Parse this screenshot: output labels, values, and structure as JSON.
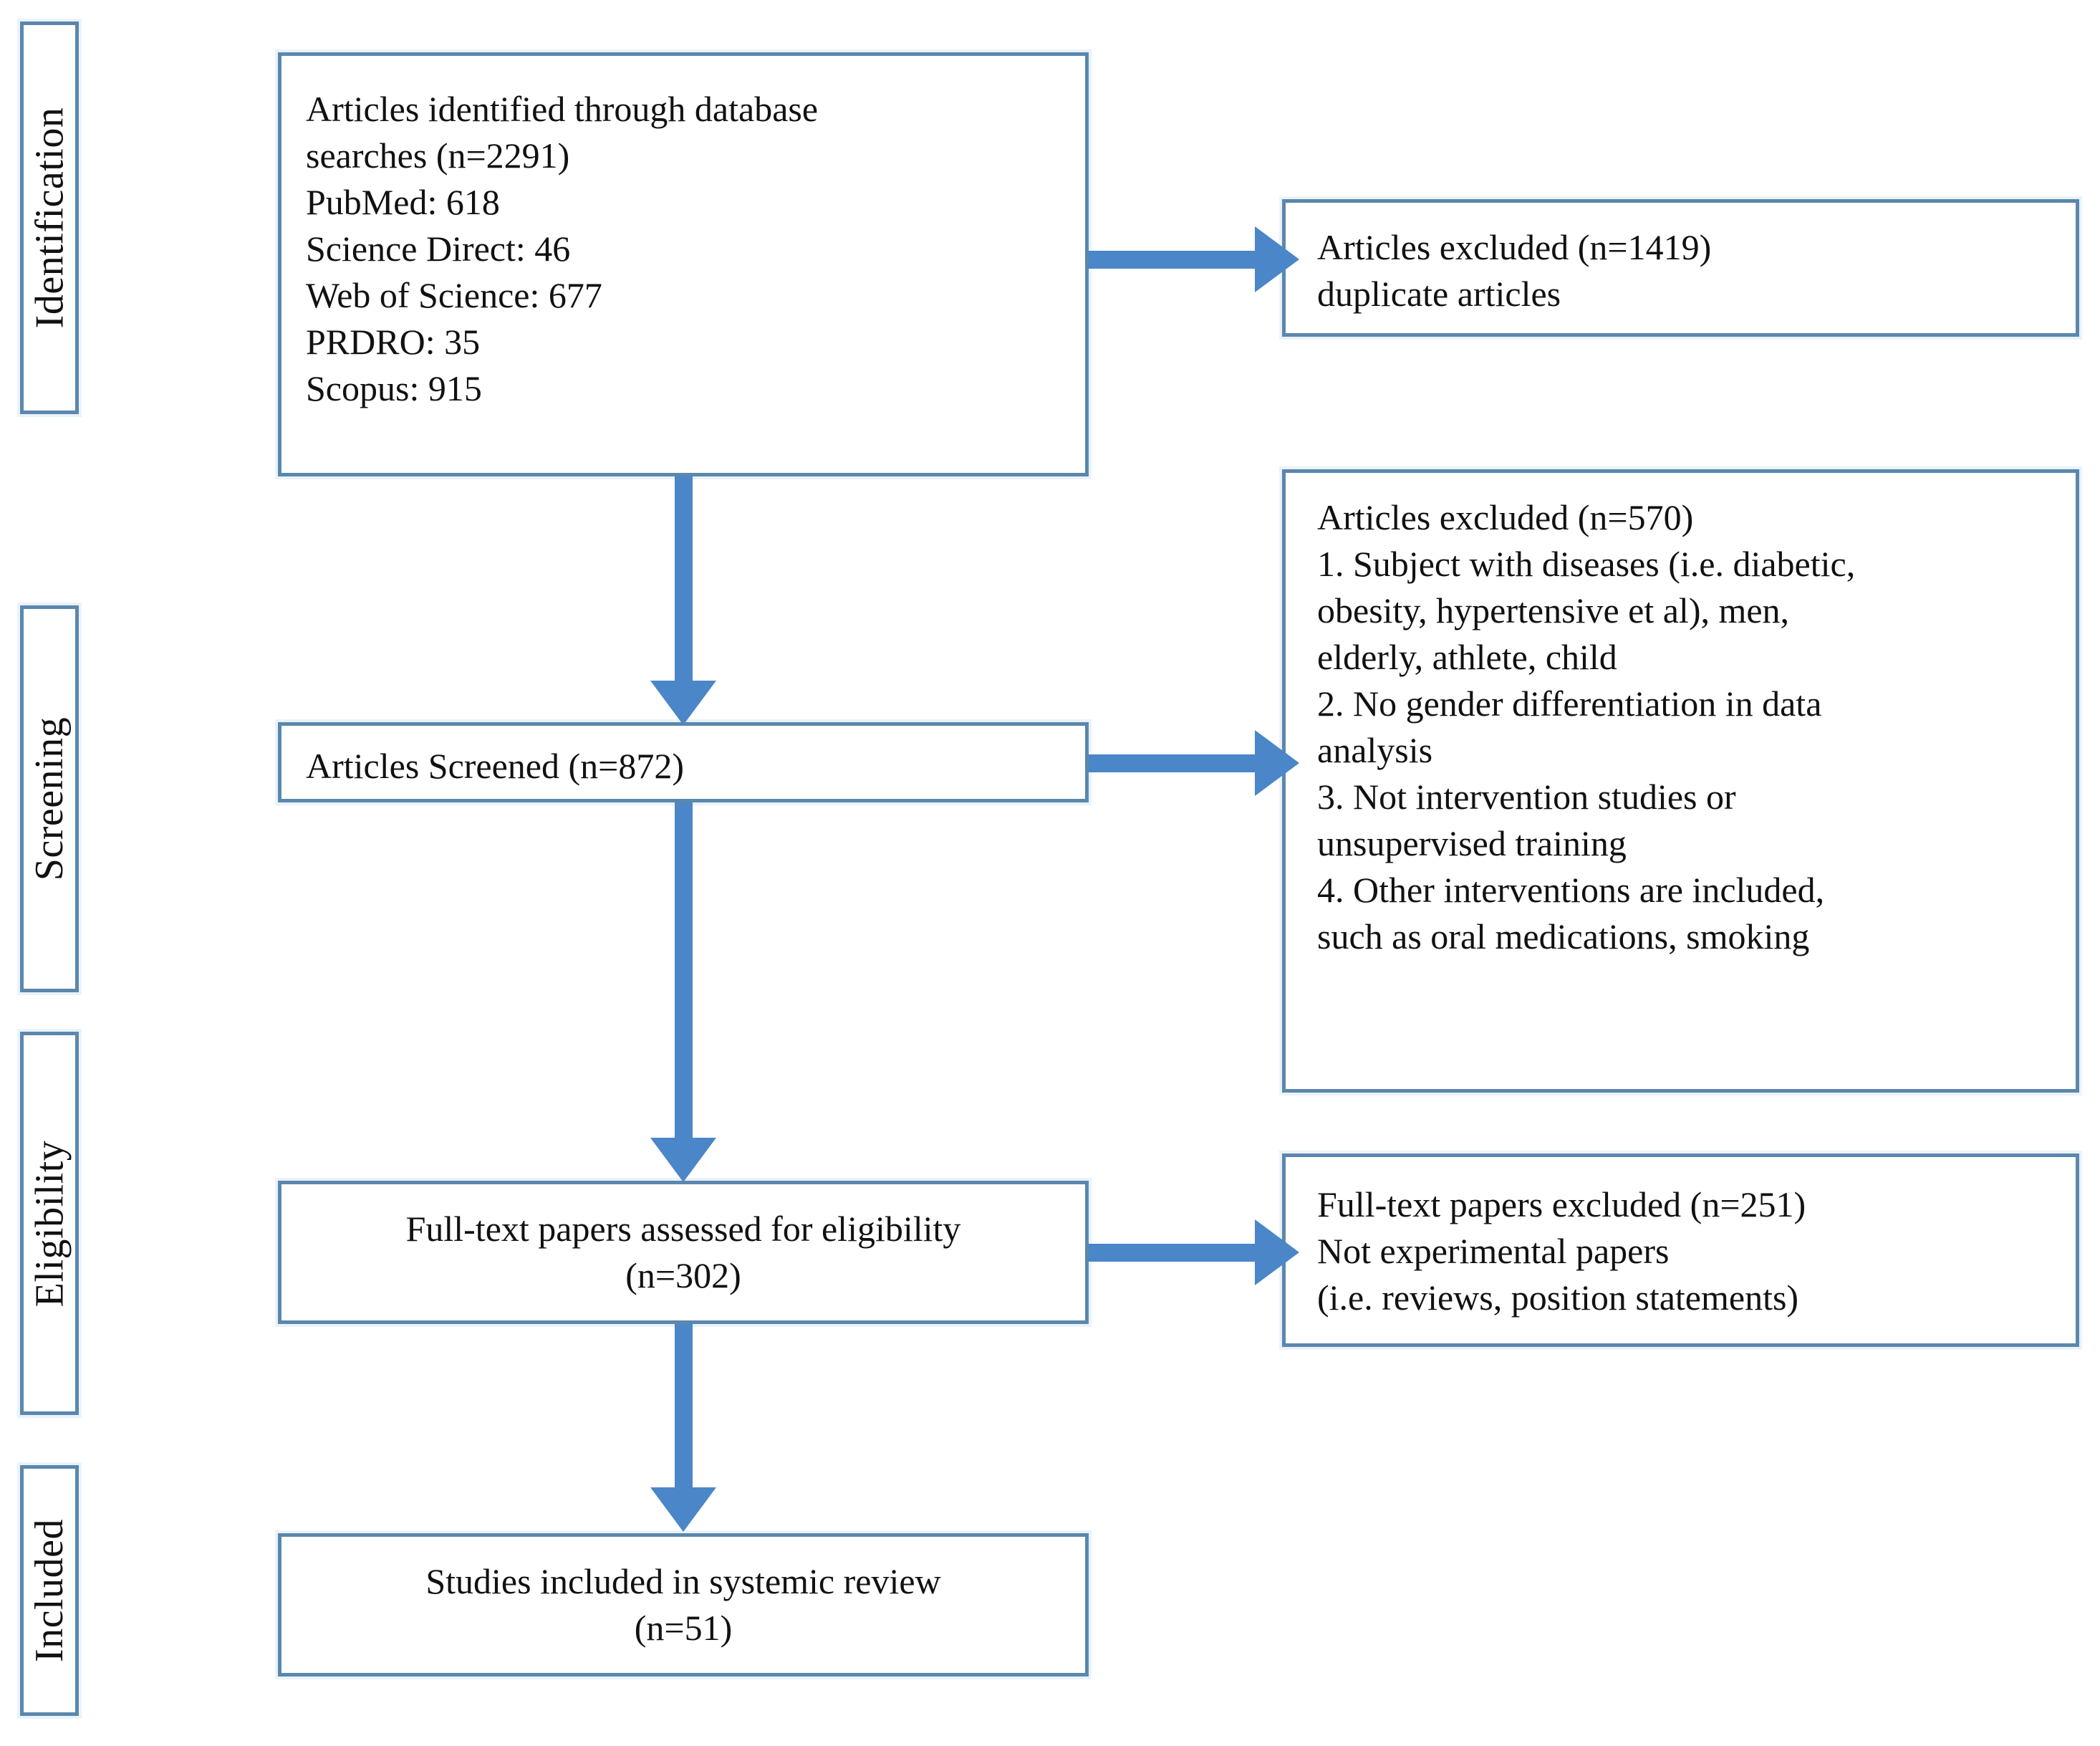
{
  "diagram": {
    "type": "prisma-flow-diagram",
    "accent_color": "#4a86c8",
    "box_border_color": "#5b87ad",
    "text_color": "#111111",
    "background_color": "#ffffff"
  },
  "stages": [
    {
      "id": "identification",
      "label": "Identification"
    },
    {
      "id": "screening",
      "label": "Screening"
    },
    {
      "id": "eligibility",
      "label": "Eligibility"
    },
    {
      "id": "included",
      "label": "Included"
    }
  ],
  "flow_boxes": [
    {
      "id": "identified",
      "text": "Articles identified through database\nsearches  (n=2291)\nPubMed: 618\nScience Direct: 46\nWeb of Science: 677\nPRDRO: 35\nScopus: 915",
      "count": 2291,
      "align": "left",
      "sources": [
        {
          "name": "PubMed",
          "count": 618
        },
        {
          "name": "Science Direct",
          "count": 46
        },
        {
          "name": "Web of Science",
          "count": 677
        },
        {
          "name": "PRDRO",
          "count": 35
        },
        {
          "name": "Scopus",
          "count": 915
        }
      ]
    },
    {
      "id": "screened",
      "text": "Articles Screened  (n=872)",
      "count": 872,
      "align": "left"
    },
    {
      "id": "eligibility-assessed",
      "text": "Full-text papers assessed for eligibility\n(n=302)",
      "count": 302,
      "align": "center"
    },
    {
      "id": "studies-included",
      "text": "Studies included in systemic review\n(n=51)",
      "count": 51,
      "align": "center"
    }
  ],
  "exclusion_boxes": [
    {
      "id": "excluded-duplicates",
      "text": "Articles excluded (n=1419)\nduplicate articles",
      "count": 1419,
      "align": "left"
    },
    {
      "id": "excluded-screening",
      "text": "Articles excluded (n=570)\n1. Subject with diseases (i.e. diabetic,\nobesity, hypertensive et al), men,\nelderly, athlete, child\n2. No gender differentiation in data\nanalysis\n3. Not intervention studies or\nunsupervised training\n4. Other interventions are included,\nsuch as oral medications, smoking",
      "count": 570,
      "align": "left",
      "reasons": [
        "1. Subject with diseases (i.e. diabetic, obesity, hypertensive et al), men, elderly, athlete, child",
        "2. No gender differentiation in data analysis",
        "3. Not intervention studies or unsupervised training",
        "4. Other interventions are included, such as oral medications, smoking"
      ]
    },
    {
      "id": "excluded-fulltext",
      "text": "Full-text papers excluded (n=251)\nNot experimental papers\n(i.e. reviews, position statements)",
      "count": 251,
      "align": "left"
    }
  ]
}
